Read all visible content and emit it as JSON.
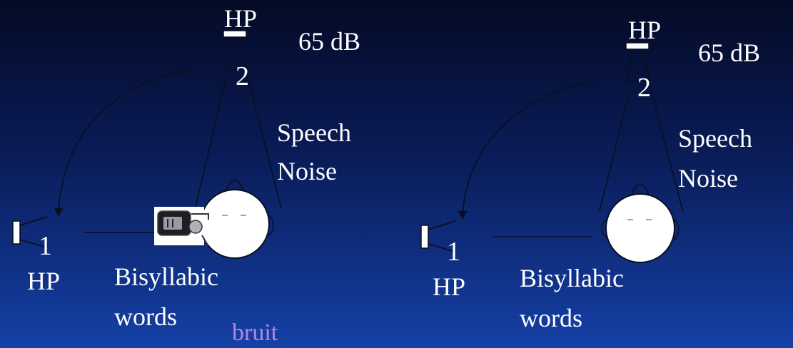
{
  "colors": {
    "background_top": "#040b26",
    "background_bottom": "#1440a6",
    "text": "#ffffff",
    "bruit_text": "#b08ae0",
    "lines": "#0a0f1e"
  },
  "left_panel": {
    "top_speaker_label": "HP",
    "top_speaker_number": "2",
    "level": "65 dB",
    "signal_line1": "Speech",
    "signal_line2": "Noise",
    "side_speaker_number": "1",
    "side_speaker_label": "HP",
    "stimulus_line1": "Bisyllabic",
    "stimulus_line2": "words",
    "noise_caption": "bruit",
    "device_icon": "hearing-aid-device-icon"
  },
  "right_panel": {
    "top_speaker_label": "HP",
    "top_speaker_number": "2",
    "level": "65 dB",
    "signal_line1": "Speech",
    "signal_line2": "Noise",
    "side_speaker_number": "1",
    "side_speaker_label": "HP",
    "stimulus_line1": "Bisyllabic",
    "stimulus_line2": "words"
  }
}
